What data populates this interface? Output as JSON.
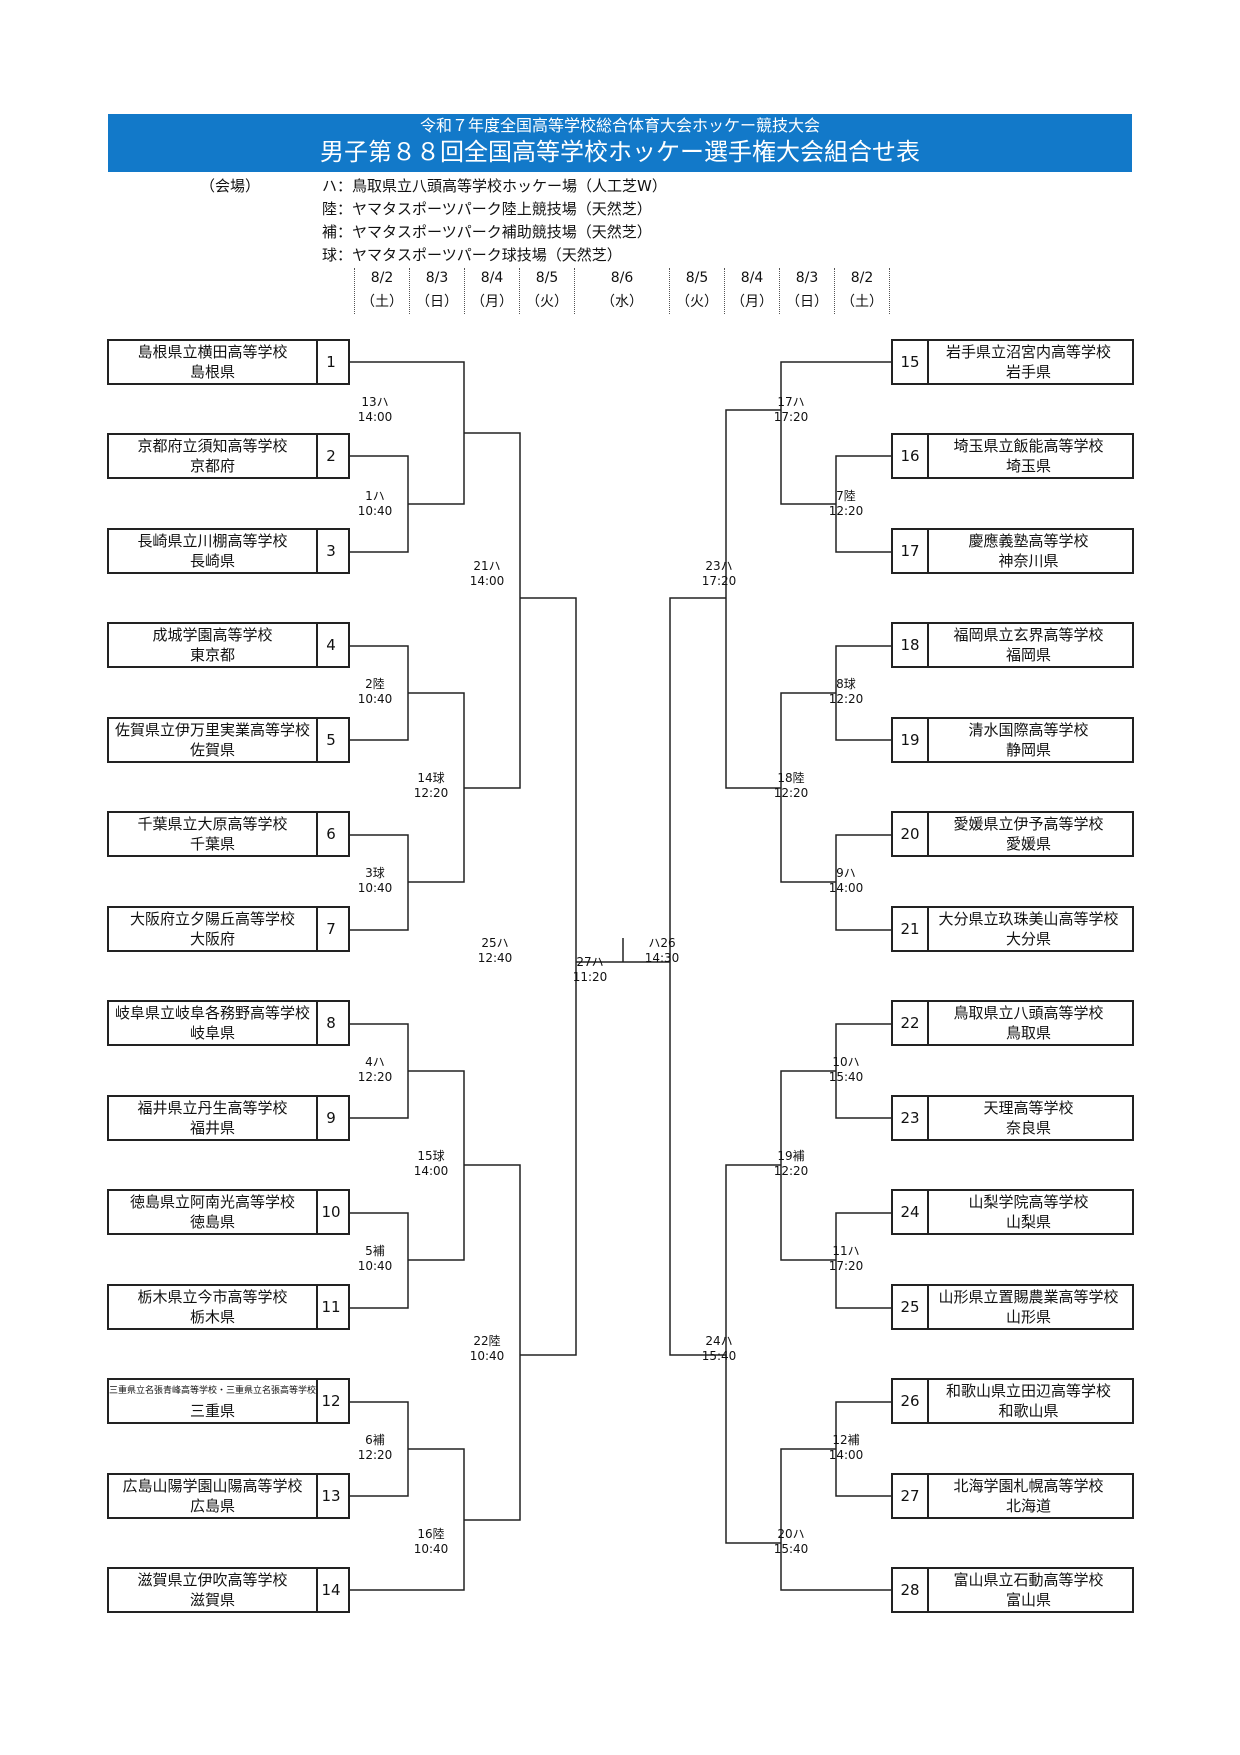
{
  "header": {
    "subtitle": "令和７年度全国高等学校総合体育大会ホッケー競技大会",
    "title": "男子第８８回全国高等学校ホッケー選手権大会組合せ表"
  },
  "venue_label": "（会場）",
  "venues": [
    "ハ：鳥取県立八頭高等学校ホッケー場（人工芝W）",
    "陸：ヤマタスポーツパーク陸上競技場（天然芝）",
    "補：ヤマタスポーツパーク補助競技場（天然芝）",
    "球：ヤマタスポーツパーク球技場（天然芝）"
  ],
  "dates": [
    {
      "date": "8/2",
      "weekday": "（土）"
    },
    {
      "date": "8/3",
      "weekday": "（日）"
    },
    {
      "date": "8/4",
      "weekday": "（月）"
    },
    {
      "date": "8/5",
      "weekday": "（火）"
    },
    {
      "date": "8/6",
      "weekday": "（水）"
    },
    {
      "date": "8/5",
      "weekday": "（火）"
    },
    {
      "date": "8/4",
      "weekday": "（月）"
    },
    {
      "date": "8/3",
      "weekday": "（日）"
    },
    {
      "date": "8/2",
      "weekday": "（土）"
    }
  ],
  "teams": [
    {
      "num": "1",
      "school": "島根県立横田高等学校",
      "pref": "島根県"
    },
    {
      "num": "2",
      "school": "京都府立須知高等学校",
      "pref": "京都府"
    },
    {
      "num": "3",
      "school": "長崎県立川棚高等学校",
      "pref": "長崎県"
    },
    {
      "num": "4",
      "school": "成城学園高等学校",
      "pref": "東京都"
    },
    {
      "num": "5",
      "school": "佐賀県立伊万里実業高等学校",
      "pref": "佐賀県"
    },
    {
      "num": "6",
      "school": "千葉県立大原高等学校",
      "pref": "千葉県"
    },
    {
      "num": "7",
      "school": "大阪府立夕陽丘高等学校",
      "pref": "大阪府"
    },
    {
      "num": "8",
      "school": "岐阜県立岐阜各務野高等学校",
      "pref": "岐阜県"
    },
    {
      "num": "9",
      "school": "福井県立丹生高等学校",
      "pref": "福井県"
    },
    {
      "num": "10",
      "school": "徳島県立阿南光高等学校",
      "pref": "徳島県"
    },
    {
      "num": "11",
      "school": "栃木県立今市高等学校",
      "pref": "栃木県"
    },
    {
      "num": "12",
      "school": "三重県立名張青峰高等学校・三重県立名張高等学校",
      "pref": "三重県"
    },
    {
      "num": "13",
      "school": "広島山陽学園山陽高等学校",
      "pref": "広島県"
    },
    {
      "num": "14",
      "school": "滋賀県立伊吹高等学校",
      "pref": "滋賀県"
    },
    {
      "num": "15",
      "school": "岩手県立沼宮内高等学校",
      "pref": "岩手県"
    },
    {
      "num": "16",
      "school": "埼玉県立飯能高等学校",
      "pref": "埼玉県"
    },
    {
      "num": "17",
      "school": "慶應義塾高等学校",
      "pref": "神奈川県"
    },
    {
      "num": "18",
      "school": "福岡県立玄界高等学校",
      "pref": "福岡県"
    },
    {
      "num": "19",
      "school": "清水国際高等学校",
      "pref": "静岡県"
    },
    {
      "num": "20",
      "school": "愛媛県立伊予高等学校",
      "pref": "愛媛県"
    },
    {
      "num": "21",
      "school": "大分県立玖珠美山高等学校",
      "pref": "大分県"
    },
    {
      "num": "22",
      "school": "鳥取県立八頭高等学校",
      "pref": "鳥取県"
    },
    {
      "num": "23",
      "school": "天理高等学校",
      "pref": "奈良県"
    },
    {
      "num": "24",
      "school": "山梨学院高等学校",
      "pref": "山梨県"
    },
    {
      "num": "25",
      "school": "山形県立置賜農業高等学校",
      "pref": "山形県"
    },
    {
      "num": "26",
      "school": "和歌山県立田辺高等学校",
      "pref": "和歌山県"
    },
    {
      "num": "27",
      "school": "北海学園札幌高等学校",
      "pref": "北海道"
    },
    {
      "num": "28",
      "school": "富山県立石動高等学校",
      "pref": "富山県"
    }
  ],
  "matches": [
    {
      "label": "1ハ",
      "time": "10:40"
    },
    {
      "label": "2陸",
      "time": "10:40"
    },
    {
      "label": "3球",
      "time": "10:40"
    },
    {
      "label": "4ハ",
      "time": "12:20"
    },
    {
      "label": "5補",
      "time": "10:40"
    },
    {
      "label": "6補",
      "time": "12:20"
    },
    {
      "label": "7陸",
      "time": "12:20"
    },
    {
      "label": "8球",
      "time": "12:20"
    },
    {
      "label": "9ハ",
      "time": "14:00"
    },
    {
      "label": "10ハ",
      "time": "15:40"
    },
    {
      "label": "11ハ",
      "time": "17:20"
    },
    {
      "label": "12補",
      "time": "14:00"
    },
    {
      "label": "13ハ",
      "time": "14:00"
    },
    {
      "label": "14球",
      "time": "12:20"
    },
    {
      "label": "15球",
      "time": "14:00"
    },
    {
      "label": "16陸",
      "time": "10:40"
    },
    {
      "label": "17ハ",
      "time": "17:20"
    },
    {
      "label": "18陸",
      "time": "12:20"
    },
    {
      "label": "19補",
      "time": "12:20"
    },
    {
      "label": "20ハ",
      "time": "15:40"
    },
    {
      "label": "21ハ",
      "time": "14:00"
    },
    {
      "label": "22陸",
      "time": "10:40"
    },
    {
      "label": "23ハ",
      "time": "17:20"
    },
    {
      "label": "24ハ",
      "time": "15:40"
    },
    {
      "label": "25ハ",
      "time": "12:40"
    },
    {
      "label": "ハ26",
      "time": "14:30"
    },
    {
      "label": "27ハ",
      "time": "11:20"
    }
  ]
}
